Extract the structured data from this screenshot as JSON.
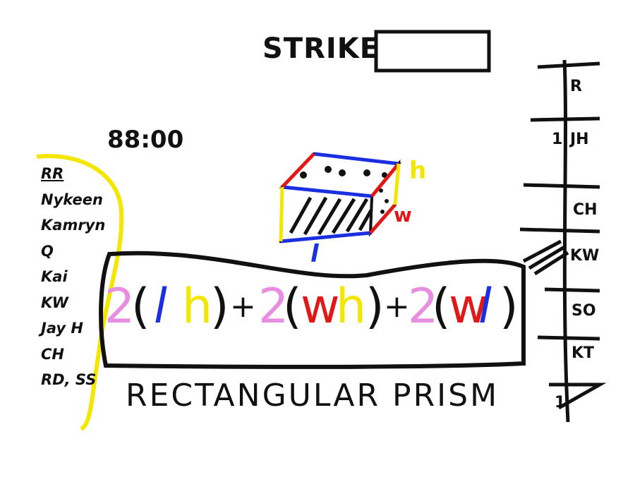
{
  "strike": {
    "label": "STRIKE",
    "box_value": ""
  },
  "timer": "88:00",
  "roster": [
    "RR",
    "Nykeen",
    "Kamryn",
    "Q",
    "Kai",
    "KW",
    "Jay H",
    "CH",
    "RD, SS"
  ],
  "ladder": [
    "R",
    "JH",
    "CH",
    "KW",
    "SO",
    "KT",
    "1",
    "1"
  ],
  "prism_labels": {
    "h": "h",
    "w": "w",
    "l": "l"
  },
  "formula": {
    "coef": "2",
    "plus": "+",
    "terms": [
      {
        "a": "l",
        "b": "h"
      },
      {
        "a": "w",
        "b": "h"
      },
      {
        "a": "w",
        "b": "l"
      }
    ]
  },
  "title": "RECTANGULAR PRISM",
  "colors": {
    "coef": "#e88ee0",
    "l": "#1a2fe0",
    "h": "#f5e600",
    "w": "#e01818",
    "ink": "#111111",
    "bracket": "#f5e600"
  }
}
